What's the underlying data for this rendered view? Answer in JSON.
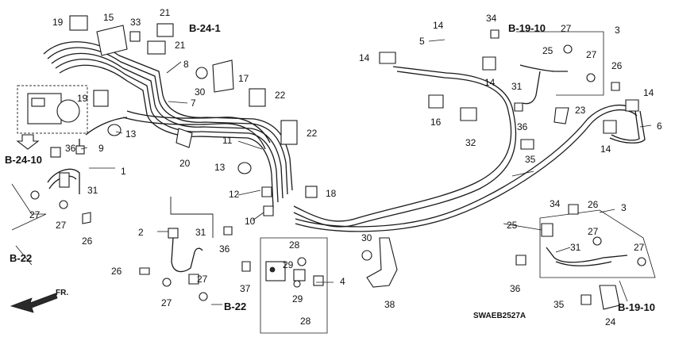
{
  "diagram": {
    "references": {
      "top_left": "B-24-1",
      "top_right": "B-19-10",
      "left_mid": "B-24-10",
      "left_bottom": "B-22",
      "bottom_mid": "B-22",
      "bottom_right": "B-19-10"
    },
    "direction_label": "FR.",
    "drawing_code": "SWAEB2527A",
    "callouts": {
      "c19a": "19",
      "c15": "15",
      "c33": "33",
      "c21a": "21",
      "c21b": "21",
      "c8": "8",
      "c30a": "30",
      "c17": "17",
      "c22a": "22",
      "c7": "7",
      "c19b": "19",
      "c13a": "13",
      "c36a": "36",
      "c9": "9",
      "c20": "20",
      "c11": "11",
      "c22b": "22",
      "c13b": "13",
      "c1": "1",
      "c31a": "31",
      "c27a": "27",
      "c27b": "27",
      "c26a": "26",
      "c12": "12",
      "c10": "10",
      "c18": "18",
      "c14a": "14",
      "c34a": "34",
      "c5": "5",
      "c14b": "14",
      "c25a": "25",
      "c14c": "14",
      "c31b": "31",
      "c16": "16",
      "c32": "32",
      "c36b": "36",
      "c23": "23",
      "c35a": "35",
      "c27c": "27",
      "c3a": "3",
      "c27d": "27",
      "c26b": "26",
      "c14d": "14",
      "c6": "6",
      "c14e": "14",
      "c2": "2",
      "c31c": "31",
      "c36c": "36",
      "c26c": "26",
      "c27e": "27",
      "c27f": "27",
      "c37": "37",
      "c28a": "28",
      "c29a": "29",
      "c29b": "29",
      "c28b": "28",
      "c4": "4",
      "c30b": "30",
      "c38": "38",
      "c34b": "34",
      "c26d": "26",
      "c3b": "3",
      "c25b": "25",
      "c27g": "27",
      "c31d": "31",
      "c27h": "27",
      "c36d": "36",
      "c35b": "35",
      "c24": "24"
    }
  }
}
